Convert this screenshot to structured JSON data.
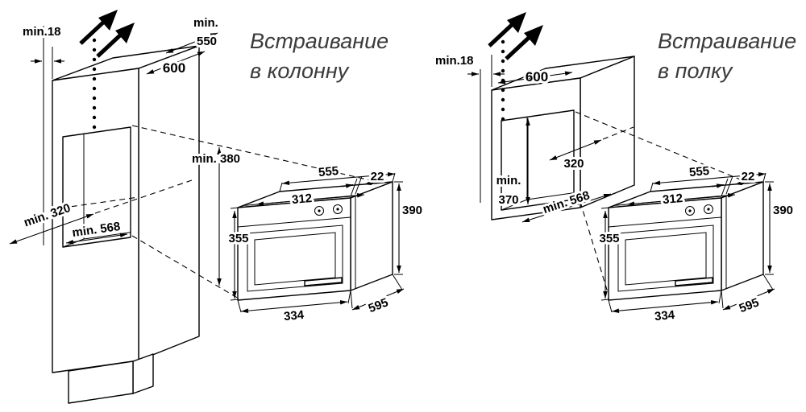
{
  "meta": {
    "background": "#ffffff",
    "line_color": "#000000",
    "title_color": "#3b3b3b"
  },
  "left_panel": {
    "title_line1": "Встраивание",
    "title_line2": "в колонну",
    "cabinet": {
      "top_gap": "min.18",
      "depth_min_line1": "min.",
      "depth_min_line2": "550",
      "top_width": "600",
      "niche_height": "min. 380",
      "niche_depth": "min. 320",
      "niche_width": "min. 568"
    }
  },
  "right_panel": {
    "title_line1": "Встраивание",
    "title_line2": "в полку",
    "cabinet": {
      "top_gap": "min.18",
      "top_width": "600",
      "niche_depth": "320",
      "niche_height_line1": "min.",
      "niche_height_line2": "370",
      "niche_width": "min. 568"
    }
  },
  "oven_dims": {
    "body_width": "555",
    "frame_depth": "22",
    "height": "390",
    "body_depth": "312",
    "front_height": "355",
    "base_depth": "334",
    "overall_width": "595"
  }
}
